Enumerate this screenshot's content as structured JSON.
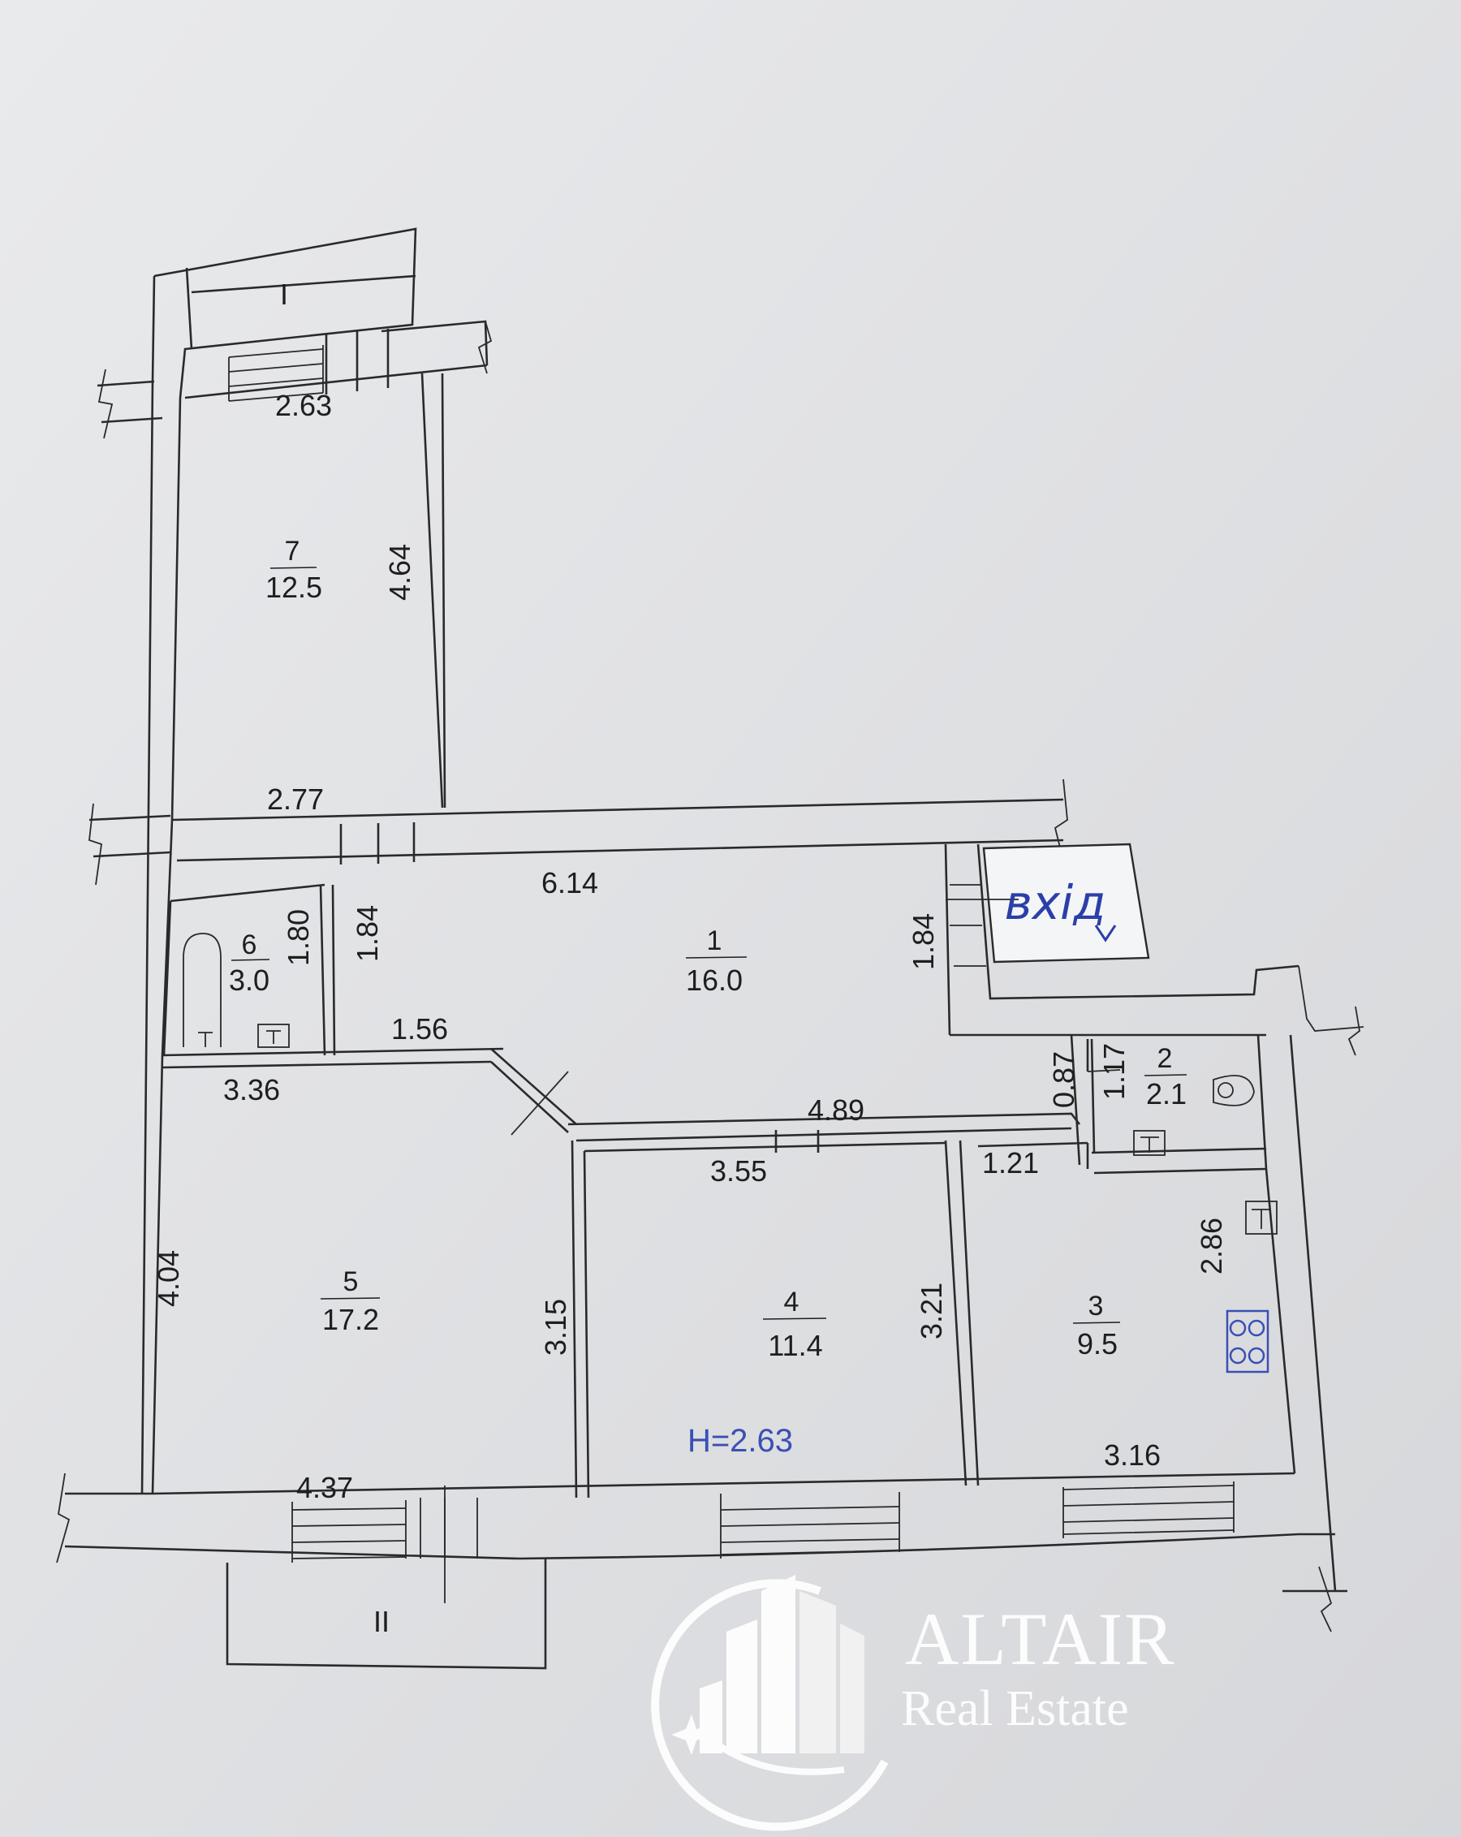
{
  "plan": {
    "balcony_top_label": "I",
    "balcony_bottom_label": "II",
    "height_label": "H=2.63",
    "entrance_label": "вхід",
    "rooms": [
      {
        "number": "1",
        "area": "16.0"
      },
      {
        "number": "2",
        "area": "2.1"
      },
      {
        "number": "3",
        "area": "9.5"
      },
      {
        "number": "4",
        "area": "11.4"
      },
      {
        "number": "5",
        "area": "17.2"
      },
      {
        "number": "6",
        "area": "3.0"
      },
      {
        "number": "7",
        "area": "12.5"
      }
    ],
    "dimensions": {
      "room7_width_top": "2.63",
      "room7_length": "4.64",
      "room7_width_bottom": "2.77",
      "room1_width": "6.14",
      "room1_entry_height": "1.84",
      "room6_height": "1.80",
      "room6_wall": "1.84",
      "room1_lower": "1.56",
      "room5_top": "3.36",
      "room5_left": "4.04",
      "room5_right": "3.15",
      "room5_bottom": "4.37",
      "corridor": "4.89",
      "room4_top": "3.55",
      "room4_right": "3.21",
      "room2_a": "0.87",
      "room2_b": "1.17",
      "room3_top": "1.21",
      "room3_right": "2.86",
      "room3_bottom": "3.16"
    }
  },
  "logo": {
    "title": "ALTAIR",
    "subtitle": "Real Estate"
  }
}
